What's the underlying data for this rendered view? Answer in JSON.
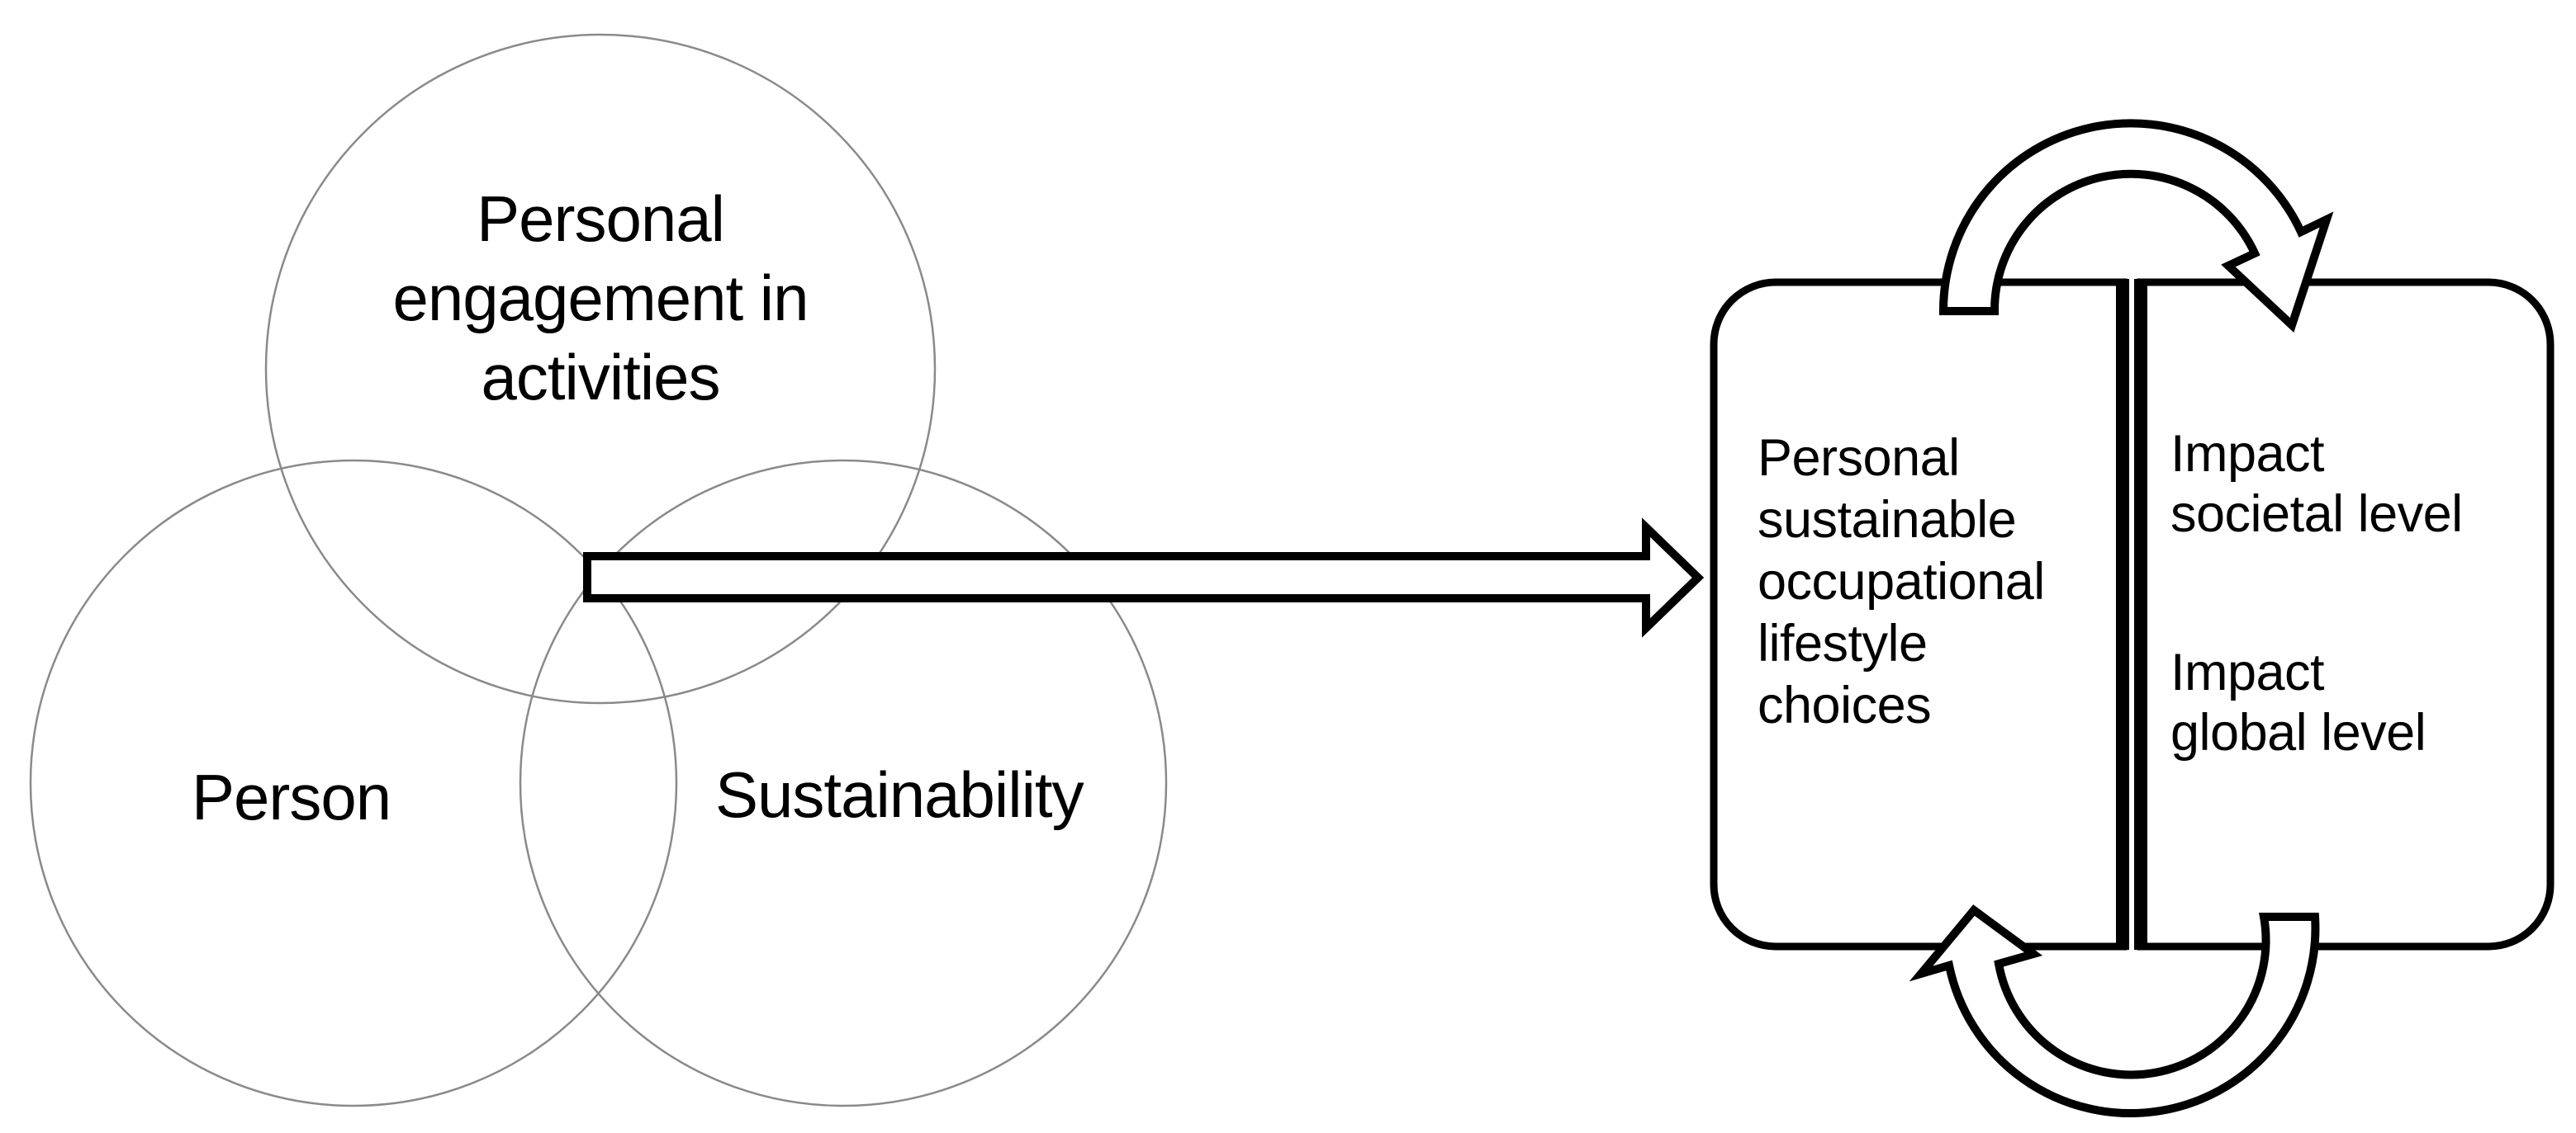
{
  "colors": {
    "background": "#ffffff",
    "circle_stroke": "#8a8a8a",
    "ink": "#000000",
    "shape_fill": "#ffffff"
  },
  "venn": {
    "top_circle_label": {
      "lines": [
        "Personal",
        "engagement in",
        "activities"
      ]
    },
    "left_circle_label": "Person",
    "right_circle_label": "Sustainability"
  },
  "outcome": {
    "left_box": {
      "lines": [
        "Personal",
        "sustainable",
        "occupational",
        "lifestyle",
        "choices"
      ]
    },
    "right_box": {
      "top_group": {
        "lines": [
          "Impact",
          "societal level"
        ]
      },
      "bottom_group": {
        "lines": [
          "Impact",
          "global level"
        ]
      }
    }
  }
}
